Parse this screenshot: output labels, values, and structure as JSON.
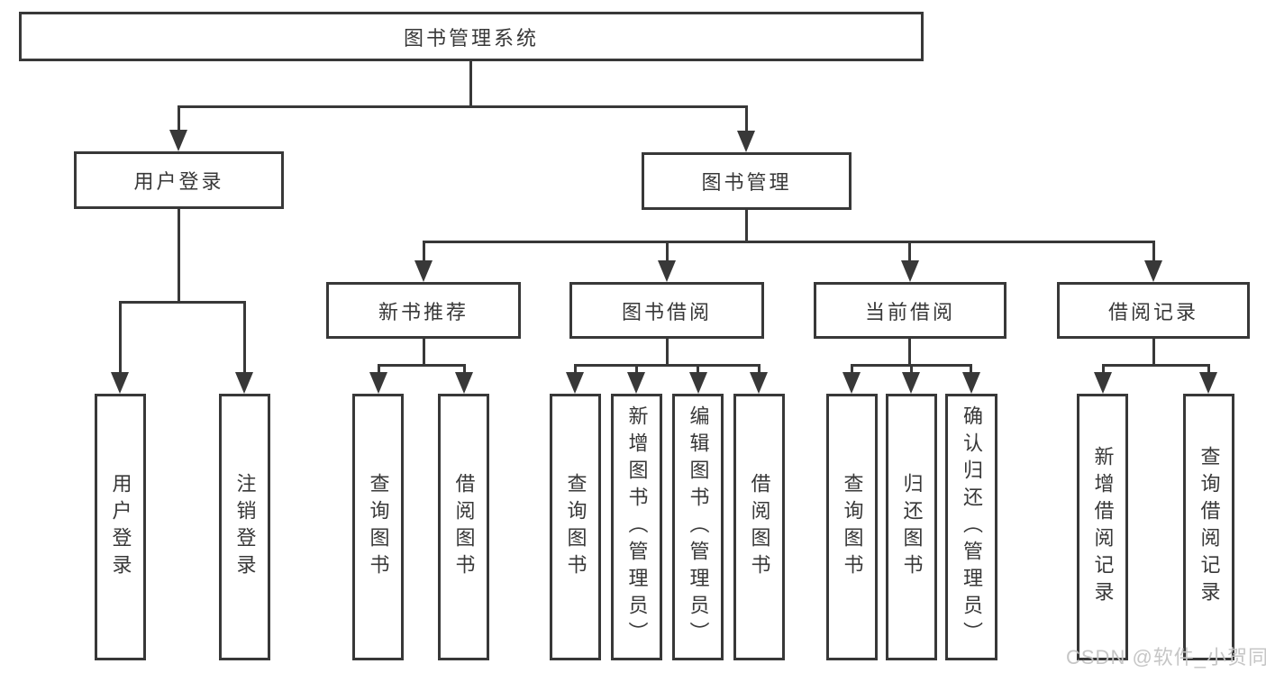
{
  "title": {
    "label": "图书管理系统"
  },
  "branches": {
    "user_login": {
      "label": "用户登录",
      "children": [
        {
          "label": "用户登录"
        },
        {
          "label": "注销登录"
        }
      ]
    },
    "book_management": {
      "label": "图书管理",
      "sections": [
        {
          "label": "新书推荐",
          "children": [
            {
              "label": "查询图书"
            },
            {
              "label": "借阅图书"
            }
          ]
        },
        {
          "label": "图书借阅",
          "children": [
            {
              "label": "查询图书"
            },
            {
              "label": "新增图书（管理员）"
            },
            {
              "label": "编辑图书（管理员）"
            },
            {
              "label": "借阅图书"
            }
          ]
        },
        {
          "label": "当前借阅",
          "children": [
            {
              "label": "查询图书"
            },
            {
              "label": "归还图书"
            },
            {
              "label": "确认归还（管理员）"
            }
          ]
        },
        {
          "label": "借阅记录",
          "children": [
            {
              "label": "新增借阅记录"
            },
            {
              "label": "查询借阅记录"
            }
          ]
        }
      ]
    }
  },
  "watermark": {
    "text": "CSDN @软件_小贺同学"
  },
  "colors": {
    "line": "#383838",
    "text": "#383838",
    "watermark": "#c3c3c3",
    "background": "#ffffff"
  }
}
